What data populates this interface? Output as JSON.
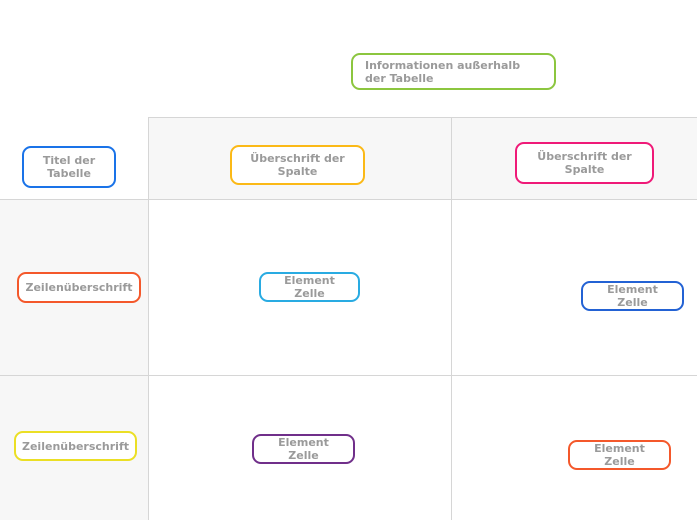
{
  "diagram": {
    "colors": {
      "page_bg": "#ffffff",
      "band_bg": "#f7f7f7",
      "grid_line": "#d6d6d6",
      "label_text": "#9a9a9a"
    },
    "callouts": {
      "outside_info": {
        "label": "Informationen außerhalb der Tabelle",
        "border": "#8cc63f"
      },
      "table_title": {
        "label": "Titel der Tabelle",
        "border": "#1a73e8"
      },
      "column_header_1": {
        "label": "Überschrift der Spalte",
        "border": "#fbb917"
      },
      "column_header_2": {
        "label": "Überschrift der Spalte",
        "border": "#ef1a78"
      },
      "row_header_1": {
        "label": "Zeilenüberschrift",
        "border": "#f4582b"
      },
      "row_header_2": {
        "label": "Zeilenüberschrift",
        "border": "#ebdf25"
      },
      "cell_1": {
        "label": "Element Zelle",
        "border": "#29abe2"
      },
      "cell_2": {
        "label": "Element Zelle",
        "border": "#2362d4"
      },
      "cell_3": {
        "label": "Element Zelle",
        "border": "#702f8a"
      },
      "cell_4": {
        "label": "Element Zelle",
        "border": "#f4582b"
      }
    }
  }
}
